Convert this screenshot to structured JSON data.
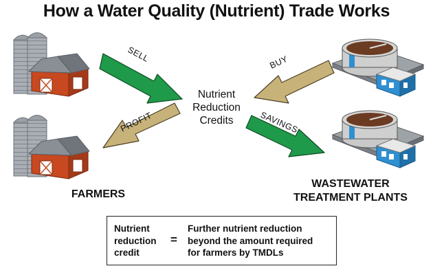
{
  "title": "How a Water Quality (Nutrient) Trade Works",
  "center": {
    "lines": [
      "Nutrient",
      "Reduction",
      "Credits"
    ]
  },
  "arrows": {
    "sell": "SELL",
    "profit": "PROFIT",
    "buy": "BUY",
    "savings": "SAVINGS"
  },
  "groups": {
    "farmers": "FARMERS",
    "wastewater": [
      "WASTEWATER",
      "TREATMENT PLANTS"
    ]
  },
  "definition": {
    "term_lines": [
      "Nutrient",
      "reduction",
      "credit"
    ],
    "equals": "=",
    "meaning_lines": [
      "Further nutrient reduction",
      "beyond the amount required",
      "for farmers by TMDLs"
    ]
  },
  "colors": {
    "green_arrow": "#1f9a4a",
    "tan_arrow": "#c7b27a",
    "barn_red": "#c8481f",
    "roof_gray": "#8a8f96",
    "tank_water": "#6b3b22",
    "building_blue": "#2f8fd0"
  }
}
